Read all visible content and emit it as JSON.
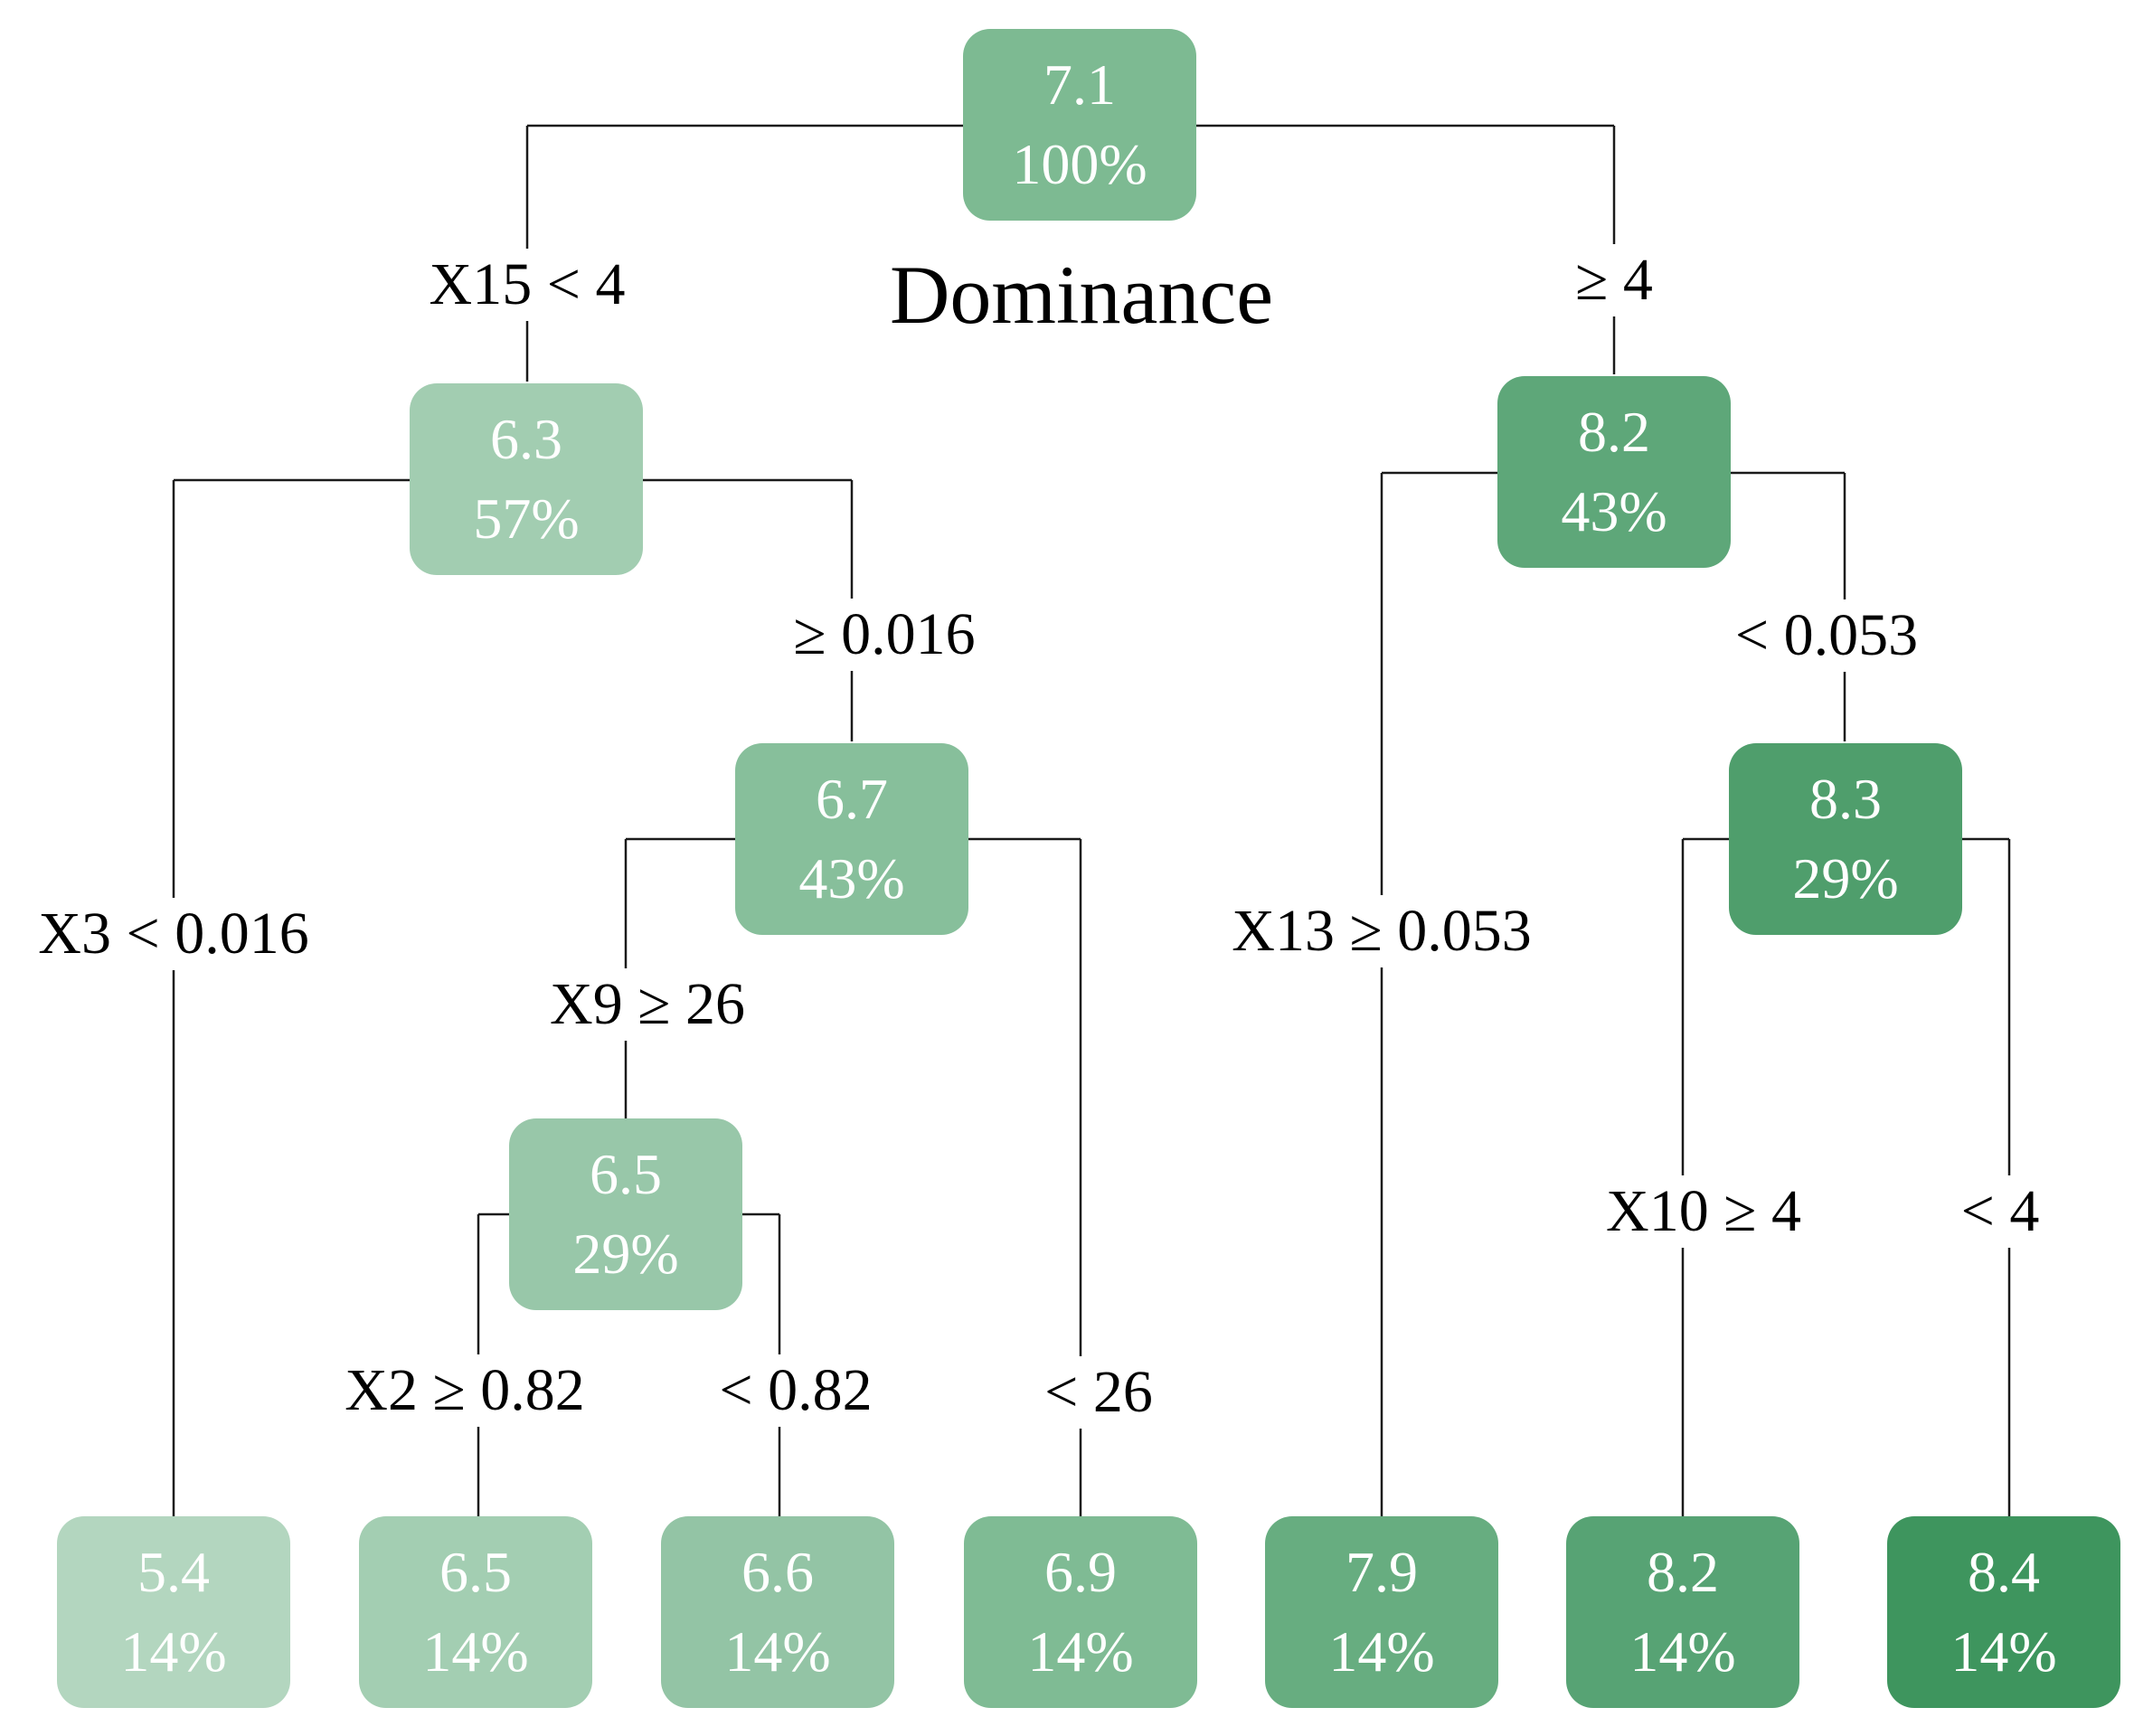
{
  "title": "Dominance",
  "colors": {
    "n_7_1": "#7dba92",
    "n_6_3": "#a2cdb1",
    "n_8_2_root": "#5ea779",
    "n_6_7": "#87bf9b",
    "n_8_3": "#4f9e6c",
    "n_6_5": "#98c7a9",
    "leaf_5_4": "#b3d6bf",
    "leaf_6_5": "#a3ceb2",
    "leaf_6_6": "#93c4a5",
    "leaf_6_9": "#7fbb94",
    "leaf_7_9": "#67ad80",
    "leaf_8_2": "#57a374",
    "leaf_8_4": "#3e955e",
    "edge": "#1a1a1a"
  },
  "nodes": {
    "root": {
      "value": "7.1",
      "percent": "100%"
    },
    "n1": {
      "value": "6.3",
      "percent": "57%"
    },
    "n2": {
      "value": "8.2",
      "percent": "43%"
    },
    "n3": {
      "value": "6.7",
      "percent": "43%"
    },
    "n4": {
      "value": "8.3",
      "percent": "29%"
    },
    "n5": {
      "value": "6.5",
      "percent": "29%"
    },
    "leaf1": {
      "value": "5.4",
      "percent": "14%"
    },
    "leaf2": {
      "value": "6.5",
      "percent": "14%"
    },
    "leaf3": {
      "value": "6.6",
      "percent": "14%"
    },
    "leaf4": {
      "value": "6.9",
      "percent": "14%"
    },
    "leaf5": {
      "value": "7.9",
      "percent": "14%"
    },
    "leaf6": {
      "value": "8.2",
      "percent": "14%"
    },
    "leaf7": {
      "value": "8.4",
      "percent": "14%"
    }
  },
  "splits": {
    "root_left": "X15 < 4",
    "root_right": "≥ 4",
    "n1_left": "X3 < 0.016",
    "n1_right": "≥ 0.016",
    "n2_left": "X13 ≥ 0.053",
    "n2_right": "< 0.053",
    "n3_left": "X9 ≥ 26",
    "n3_right": "<  26",
    "n4_left": "X10 ≥ 4",
    "n4_right": "<  4",
    "n5_left": "X2 ≥ 0.82",
    "n5_right": "<  0.82"
  }
}
